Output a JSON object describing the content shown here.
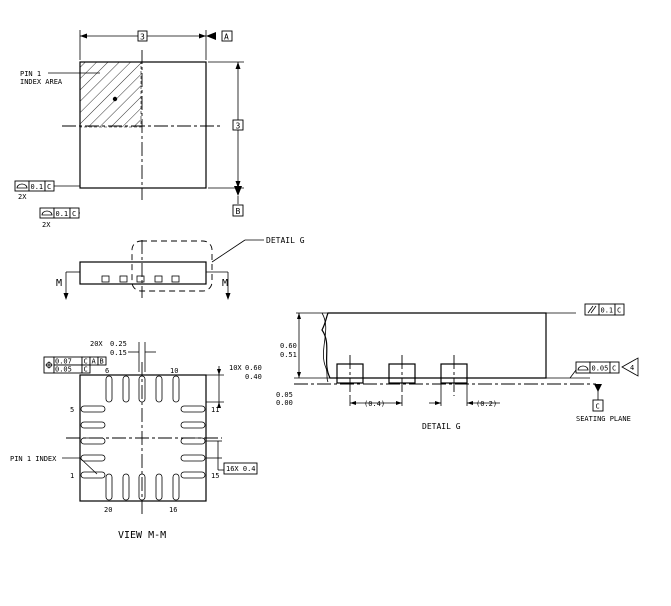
{
  "top_view": {
    "width_dim": "3",
    "height_dim": "3",
    "datum_a": "A",
    "datum_b": "B",
    "pin1_label_line1": "PIN 1",
    "pin1_label_line2": "INDEX AREA",
    "flatness_1": {
      "tol": "0.1",
      "datum": "C",
      "count": "2X"
    },
    "flatness_2": {
      "tol": "0.1",
      "datum": "C",
      "count": "2X"
    }
  },
  "side_view": {
    "detail_label": "DETAIL G",
    "section_left": "M",
    "section_right": "M"
  },
  "bottom_view": {
    "lead_width_label": "20X",
    "lead_width_max": "0.25",
    "lead_width_min": "0.15",
    "pos_tol_1": {
      "tol": "0.07",
      "datums": [
        "C",
        "A",
        "B"
      ]
    },
    "pos_tol_2": {
      "tol": "0.05",
      "datums": [
        "C"
      ]
    },
    "lead_len_label": "10X",
    "lead_len_max": "0.60",
    "lead_len_min": "0.40",
    "pitch_label": "16X 0.4",
    "pin1_index_label": "PIN 1 INDEX",
    "pin_numbers": {
      "p1": "1",
      "p5": "5",
      "p6": "6",
      "p10": "10",
      "p11": "11",
      "p15": "15",
      "p16": "16",
      "p20": "20"
    },
    "view_label": "VIEW M-M"
  },
  "detail_g": {
    "parallelism": {
      "tol": "0.1",
      "datum": "C"
    },
    "height_max": "0.60",
    "height_min": "0.51",
    "standoff_max": "0.05",
    "standoff_min": "0.00",
    "pitch": "(0.4)",
    "pad_len": "(0.2)",
    "coplanarity": {
      "tol": "0.05",
      "datum": "C"
    },
    "note_flag": "4",
    "datum_c": "C",
    "seating_plane": "SEATING PLANE",
    "title": "DETAIL G"
  }
}
